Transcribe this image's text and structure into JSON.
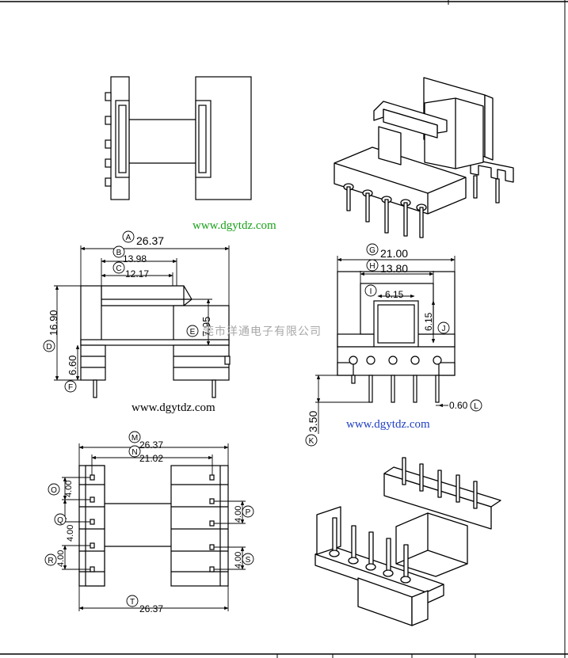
{
  "watermarks": {
    "url_top": "www.dgytdz.com",
    "url_left": "www.dgytdz.com",
    "url_right": "www.dgytdz.com",
    "company": "莞市洋通电子有限公司"
  },
  "side_view": {
    "A": {
      "letter": "A",
      "value": "26.37"
    },
    "B": {
      "letter": "B",
      "value": "13.98"
    },
    "C": {
      "letter": "C",
      "value": "12.17"
    },
    "D": {
      "letter": "D",
      "value": "16.90"
    },
    "E": {
      "letter": "E",
      "value": "7.95"
    },
    "F": {
      "letter": "F",
      "value": "6.60"
    }
  },
  "end_view": {
    "G": {
      "letter": "G",
      "value": "21.00"
    },
    "H": {
      "letter": "H",
      "value": "13.80"
    },
    "I": {
      "letter": "I",
      "value": "6.15"
    },
    "J": {
      "letter": "J",
      "value": "6.15"
    },
    "K": {
      "letter": "K",
      "value": "3.50"
    },
    "L": {
      "letter": "L",
      "value": "0.60"
    }
  },
  "bottom_view": {
    "M": {
      "letter": "M",
      "value": "26.37"
    },
    "N": {
      "letter": "N",
      "value": "21.02"
    },
    "O": {
      "letter": "O",
      "value": "4.00"
    },
    "P": {
      "letter": "P",
      "value": "4.00"
    },
    "Q": {
      "letter": "Q",
      "value": "4.00"
    },
    "R": {
      "letter": "R",
      "value": "4.00"
    },
    "S": {
      "letter": "S",
      "value": "4.00"
    },
    "T": {
      "letter": "T",
      "value": "26.37"
    }
  }
}
